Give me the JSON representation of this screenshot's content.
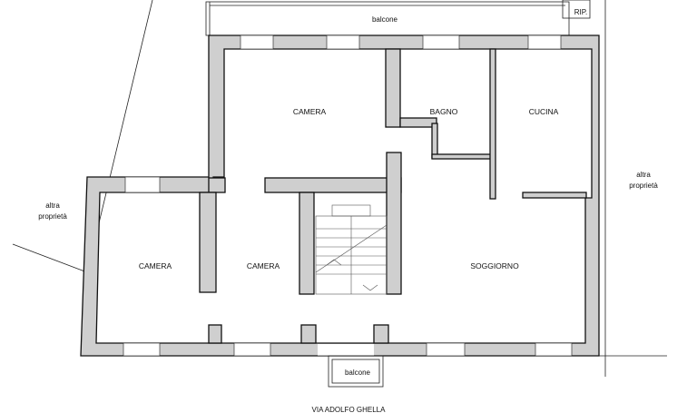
{
  "rooms": {
    "camera_top": "CAMERA",
    "bagno": "BAGNO",
    "cucina": "CUCINA",
    "camera_left": "CAMERA",
    "camera_mid": "CAMERA",
    "soggiorno": "SOGGIORNO"
  },
  "labels": {
    "balcone_top": "balcone",
    "balcone_bottom": "balcone",
    "rip": "RIP.",
    "altra_left_line1": "altra",
    "altra_left_line2": "proprietà",
    "altra_right_line1": "altra",
    "altra_right_line2": "proprietà",
    "street": "VIA ADOLFO GHELLA"
  }
}
